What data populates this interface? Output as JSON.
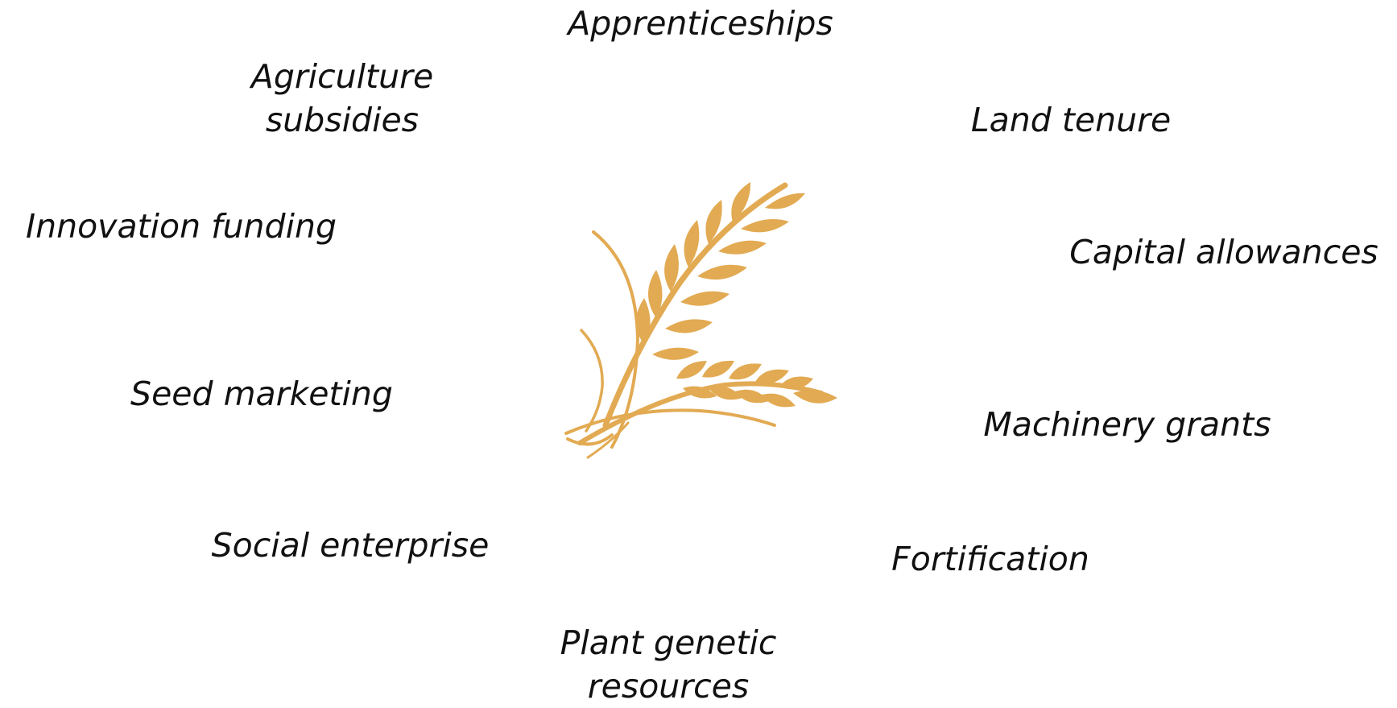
{
  "labels": {
    "apprenticeships": "Apprenticeships",
    "agriculture_subsidies": [
      "Agriculture",
      "subsidies"
    ],
    "land_tenure": "Land tenure",
    "innovation_funding": "Innovation funding",
    "capital_allowances": "Capital allowances",
    "seed_marketing": "Seed marketing",
    "machinery_grants": "Machinery grants",
    "social_enterprise": "Social enterprise",
    "fortification": "Fortification",
    "plant_genetic_resources": [
      "Plant genetic",
      "resources"
    ]
  },
  "center_icon": {
    "name": "wheat-icon",
    "color": "#E2AA52"
  },
  "colors": {
    "text": "#111111",
    "background": "#ffffff"
  }
}
